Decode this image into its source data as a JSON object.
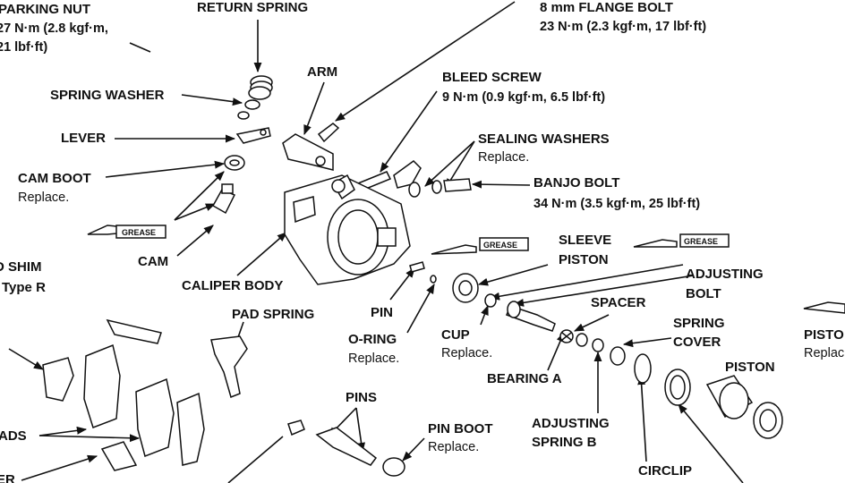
{
  "labels": {
    "parking_nut": "PARKING NUT",
    "parking_nut_torque_1": "27 N·m (2.8 kgf·m,",
    "parking_nut_torque_2": "21 lbf·ft)",
    "return_spring": "RETURN SPRING",
    "flange_bolt": "8 mm FLANGE BOLT",
    "flange_bolt_torque": "23 N·m (2.3 kgf·m, 17 lbf·ft)",
    "arm": "ARM",
    "bleed_screw": "BLEED SCREW",
    "bleed_screw_torque": "9 N·m (0.9 kgf·m, 6.5 lbf·ft)",
    "spring_washer": "SPRING WASHER",
    "lever": "LEVER",
    "sealing_washers": "SEALING WASHERS",
    "sealing_washers_note": "Replace.",
    "banjo_bolt": "BANJO BOLT",
    "banjo_bolt_torque": "34 N·m (3.5 kgf·m, 25 lbf·ft)",
    "cam_boot": "CAM BOOT",
    "cam_boot_note": "Replace.",
    "grease_1": "GREASE",
    "grease_2": "GREASE",
    "grease_3": "GREASE",
    "cam": "CAM",
    "caliper_body": "CALIPER BODY",
    "shim": "D SHIM",
    "type_r": "Type R",
    "sleeve_piston_1": "SLEEVE",
    "sleeve_piston_2": "PISTON",
    "adjusting_bolt_1": "ADJUSTING",
    "adjusting_bolt_2": "BOLT",
    "spacer": "SPACER",
    "pin": "PIN",
    "pad_spring": "PAD SPRING",
    "o_ring": "O-RING",
    "o_ring_note": "Replace.",
    "cup": "CUP",
    "cup_note": "Replace.",
    "spring_cover_1": "SPRING",
    "spring_cover_2": "COVER",
    "piston": "PISTON",
    "piston_boot": "PISTO",
    "piston_boot_note": "Replac",
    "bearing_a": "BEARING A",
    "pins": "PINS",
    "pads": "ADS",
    "pin_boot": "PIN BOOT",
    "pin_boot_note": "Replace.",
    "adjusting_spring_b_1": "ADJUSTING",
    "adjusting_spring_b_2": "SPRING B",
    "circlip": "CIRCLIP",
    "shim_bottom": "ER"
  }
}
